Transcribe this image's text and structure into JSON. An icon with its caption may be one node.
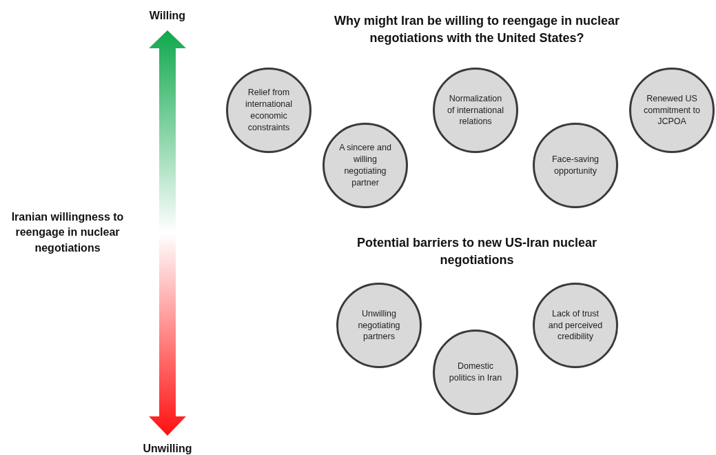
{
  "diagram": {
    "nodes": [
      {
        "text": [
          "Relief from international economic constraints"
        ]
      },
      {
        "text": [
          "A sincere and willing negotiating partner"
        ]
      },
      {
        "text": [
          "Normalization of international relations"
        ]
      },
      {
        "text": [
          "Face-saving opportunity"
        ]
      },
      {
        "text": [
          "Renewed US commitment to JCPOA"
        ]
      },
      {
        "text": [
          "Unwilling negotiating partners"
        ]
      },
      {
        "text": [
          "Domestic politics in Iran"
        ]
      },
      {
        "text": [
          "Lack of trust and perceived credibility"
        ]
      }
    ],
    "labels": [
      "Willing",
      "Why might Iran be willing to reengage in nuclear negotiations with the United States?",
      "Iranian willingness to reengage in nuclear negotiations",
      "Potential barriers to new US-Iran nuclear negotiations",
      "Unwilling"
    ]
  }
}
